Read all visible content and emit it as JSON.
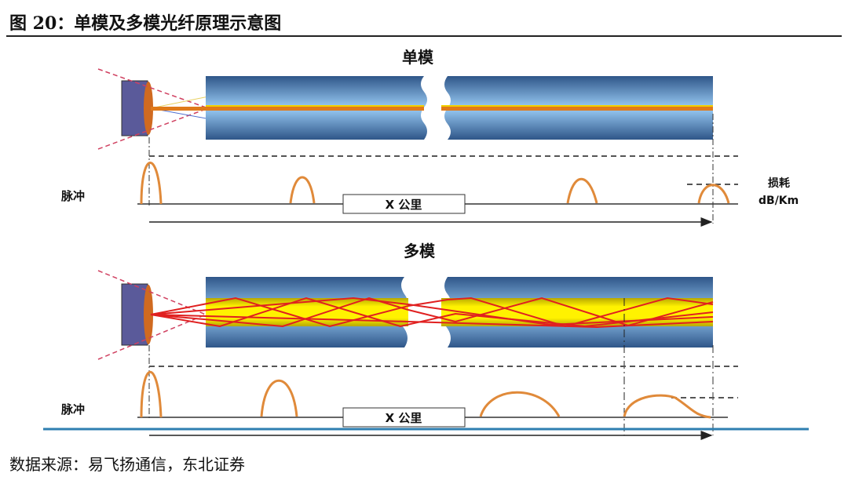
{
  "figure_title": "图 20：单模及多模光纤原理示意图",
  "source": "数据来源：易飞扬通信，东北证券",
  "single_mode": {
    "title": "单模",
    "pulse_label": "脉冲",
    "distance_label": "X 公里",
    "loss_label": "损耗",
    "loss_unit": "dB/Km"
  },
  "multi_mode": {
    "title": "多模",
    "pulse_label": "脉冲",
    "distance_label": "X 公里"
  },
  "colors": {
    "fiber": "#5b86b8",
    "core_sm": "#e07a1a",
    "core_mm": "#f2e400",
    "ray": "#e02020",
    "pulse": "#e08a3a",
    "emitter": "#5a5a9a"
  }
}
